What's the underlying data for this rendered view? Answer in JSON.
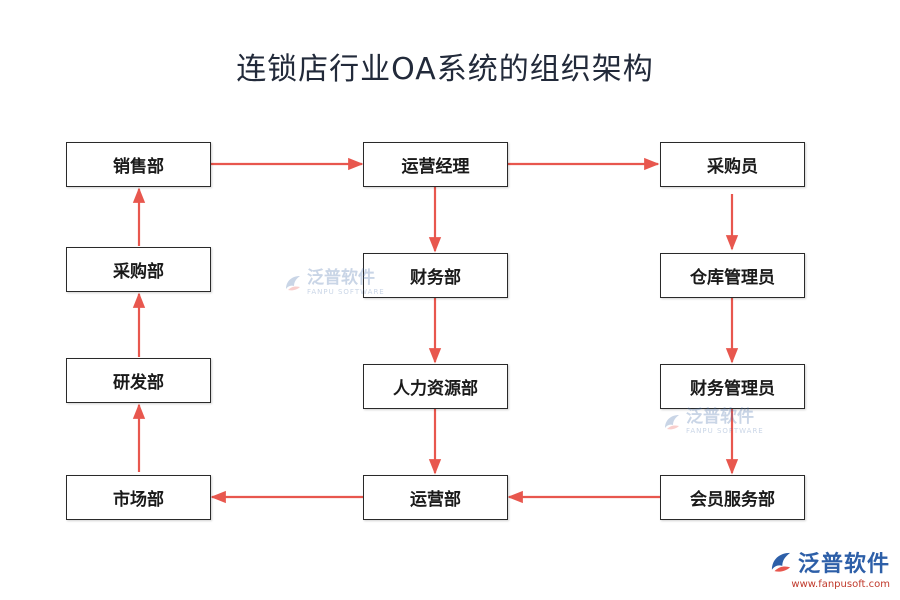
{
  "title": "连锁店行业OA系统的组织架构",
  "nodes": {
    "sales": "销售部",
    "procurement_dept": "采购部",
    "rnd": "研发部",
    "marketing": "市场部",
    "ops_manager": "运营经理",
    "finance": "财务部",
    "hr": "人力资源部",
    "ops_dept": "运营部",
    "buyer": "采购员",
    "warehouse_mgr": "仓库管理员",
    "finance_mgr": "财务管理员",
    "member_services": "会员服务部"
  },
  "edges": [
    {
      "from": "销售部",
      "to": "运营经理"
    },
    {
      "from": "运营经理",
      "to": "采购员"
    },
    {
      "from": "运营经理",
      "to": "财务部"
    },
    {
      "from": "财务部",
      "to": "人力资源部"
    },
    {
      "from": "人力资源部",
      "to": "运营部"
    },
    {
      "from": "采购员",
      "to": "仓库管理员"
    },
    {
      "from": "仓库管理员",
      "to": "财务管理员"
    },
    {
      "from": "财务管理员",
      "to": "会员服务部"
    },
    {
      "from": "会员服务部",
      "to": "运营部"
    },
    {
      "from": "运营部",
      "to": "市场部"
    },
    {
      "from": "市场部",
      "to": "研发部"
    },
    {
      "from": "研发部",
      "to": "采购部"
    },
    {
      "from": "采购部",
      "to": "销售部"
    }
  ],
  "colors": {
    "arrow": "#e8574e",
    "box_border": "#2a2a2a",
    "title": "#222a3a"
  },
  "watermark": {
    "name": "泛普软件",
    "sub": "FANPU SOFTWARE",
    "icon": "fanpu-logo-icon"
  },
  "logo": {
    "name": "泛普软件",
    "url": "www.fanpusoft.com",
    "icon": "fanpu-logo-icon"
  }
}
